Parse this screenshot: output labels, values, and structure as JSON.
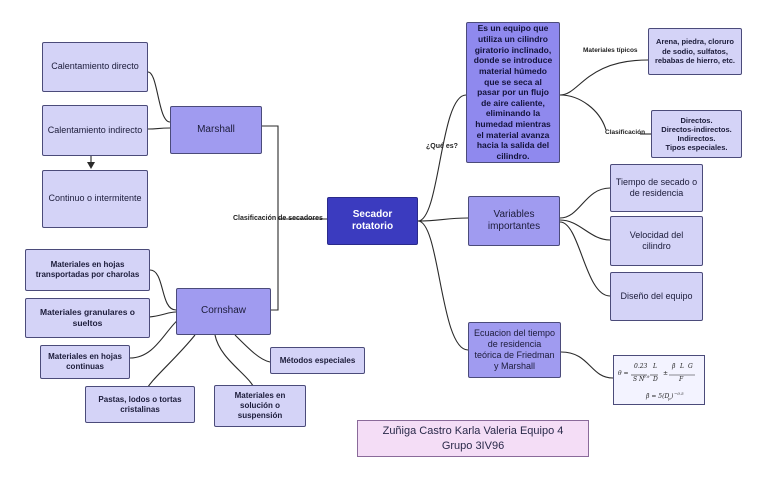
{
  "root": "Secador rotatorio",
  "edges": {
    "clasificacion_secadores": "Clasificación de secadores",
    "que_es": "¿Qué es?",
    "materiales_tipicos": "Materiales típicos",
    "clasificacion": "Clasificación"
  },
  "marshall": {
    "label": "Marshall",
    "children": [
      "Calentamiento directo",
      "Calentamiento indirecto",
      "Continuo o intermitente"
    ]
  },
  "cornshaw": {
    "label": "Cornshaw",
    "children": [
      "Materiales en hojas transportadas por charolas",
      "Materiales granulares o sueltos",
      "Materiales en hojas continuas",
      "Pastas, lodos o tortas cristalinas",
      "Materiales en solución o suspensión",
      "Métodos especiales"
    ]
  },
  "definicion": "Es un equipo que utiliza un cilindro giratorio inclinado, donde se introduce material húmedo que se seca al pasar por un flujo de aire caliente, eliminando la humedad mientras el material avanza hacia la salida del cilindro.",
  "materiales": "Arena, piedra, cloruro de sodio, sulfatos, rebabas de hierro, etc.",
  "tipos": [
    "Directos.",
    "Directos-indirectos.",
    "Indirectos.",
    "Tipos especiales."
  ],
  "variables": {
    "label": "Variables importantes",
    "children": [
      "Tiempo de secado o de residencia",
      "Velocidad del cilindro",
      "Diseño del equipo"
    ]
  },
  "ecuacion": {
    "label": "Ecuacion del tiempo de residencia teórica de Friedman y Marshall",
    "formula": {
      "theta": "θ =",
      "num": "0.23",
      "den": "S N",
      "den_exp": "0.9",
      "L1": "L",
      "D": "D",
      "pm": "±",
      "beta": "β",
      "L2": "L",
      "G": "G",
      "F": "F",
      "beta_eq": "β = 5(D",
      "beta_sub": "p",
      "beta_exp": ")",
      "beta_pow": "−0.5"
    }
  },
  "footer": {
    "line1": "Zuñiga Castro Karla Valeria   Equipo 4",
    "line2": "Grupo 3IV96"
  }
}
